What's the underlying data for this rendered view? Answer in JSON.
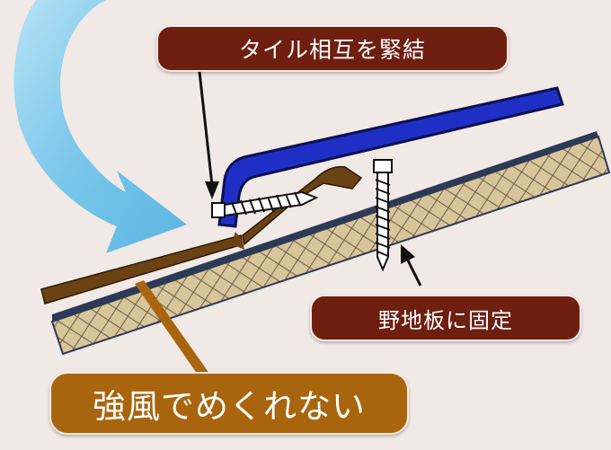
{
  "labels": {
    "top": "タイル相互を緊結",
    "right": "野地板に固定",
    "bottom": "強風でめくれない"
  },
  "colors": {
    "background": "#f1e9e6",
    "label_dark": "#6e1f10",
    "label_bottom": "#a8650e",
    "tile_blue": "#1f2fc6",
    "tile_brown": "#6b4214",
    "board": "#d9c59a",
    "board_edge": "#2c3a55",
    "wind_arrow": "#7cc8ea",
    "pointer": "#111111"
  },
  "icons": {
    "wind": "curved-wind-arrow-icon",
    "screw": "screw-icon",
    "nail": "nail-icon"
  }
}
